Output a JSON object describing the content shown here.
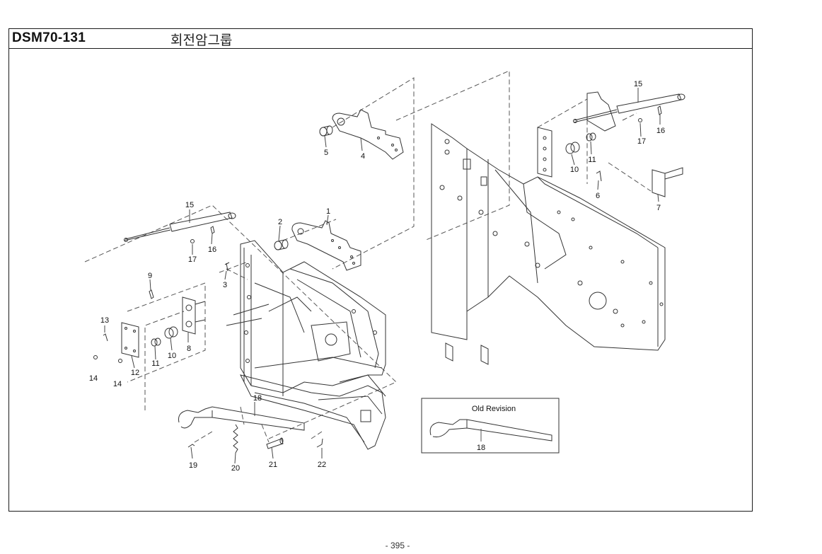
{
  "page": {
    "code": "DSM70-131",
    "group_name": "회전암그룹",
    "page_number": "- 395 -"
  },
  "inset": {
    "title": "Old Revision",
    "label": "18"
  },
  "callouts": [
    "1",
    "2",
    "3",
    "4",
    "5",
    "6",
    "7",
    "8",
    "9",
    "10",
    "11",
    "12",
    "13",
    "14",
    "15",
    "16",
    "17",
    "18",
    "19",
    "20",
    "21",
    "22"
  ],
  "callout_labels": {
    "c1": "1",
    "c2": "2",
    "c3": "3",
    "c4": "4",
    "c5": "5",
    "c6": "6",
    "c7": "7",
    "c8": "8",
    "c9": "9",
    "c10a": "10",
    "c10b": "10",
    "c11a": "11",
    "c11b": "11",
    "c12": "12",
    "c13": "13",
    "c14a": "14",
    "c14b": "14",
    "c15a": "15",
    "c15b": "15",
    "c16a": "16",
    "c16b": "16",
    "c17a": "17",
    "c17b": "17",
    "c18": "18",
    "c19": "19",
    "c20": "20",
    "c21": "21",
    "c22": "22"
  }
}
